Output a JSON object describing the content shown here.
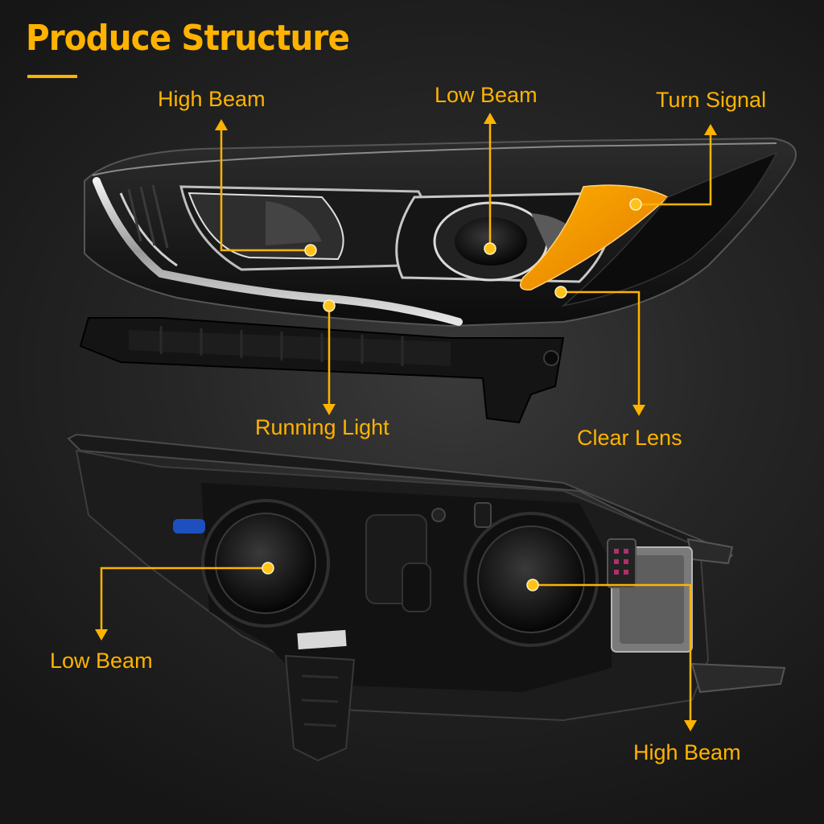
{
  "heading": "Produce Structure",
  "accent_color": "#ffb300",
  "front_view": {
    "callouts": {
      "high_beam": "High Beam",
      "low_beam": "Low Beam",
      "turn_signal": "Turn Signal",
      "running_light": "Running Light",
      "clear_lens": "Clear Lens"
    }
  },
  "rear_view": {
    "callouts": {
      "low_beam": "Low Beam",
      "high_beam": "High Beam"
    }
  }
}
